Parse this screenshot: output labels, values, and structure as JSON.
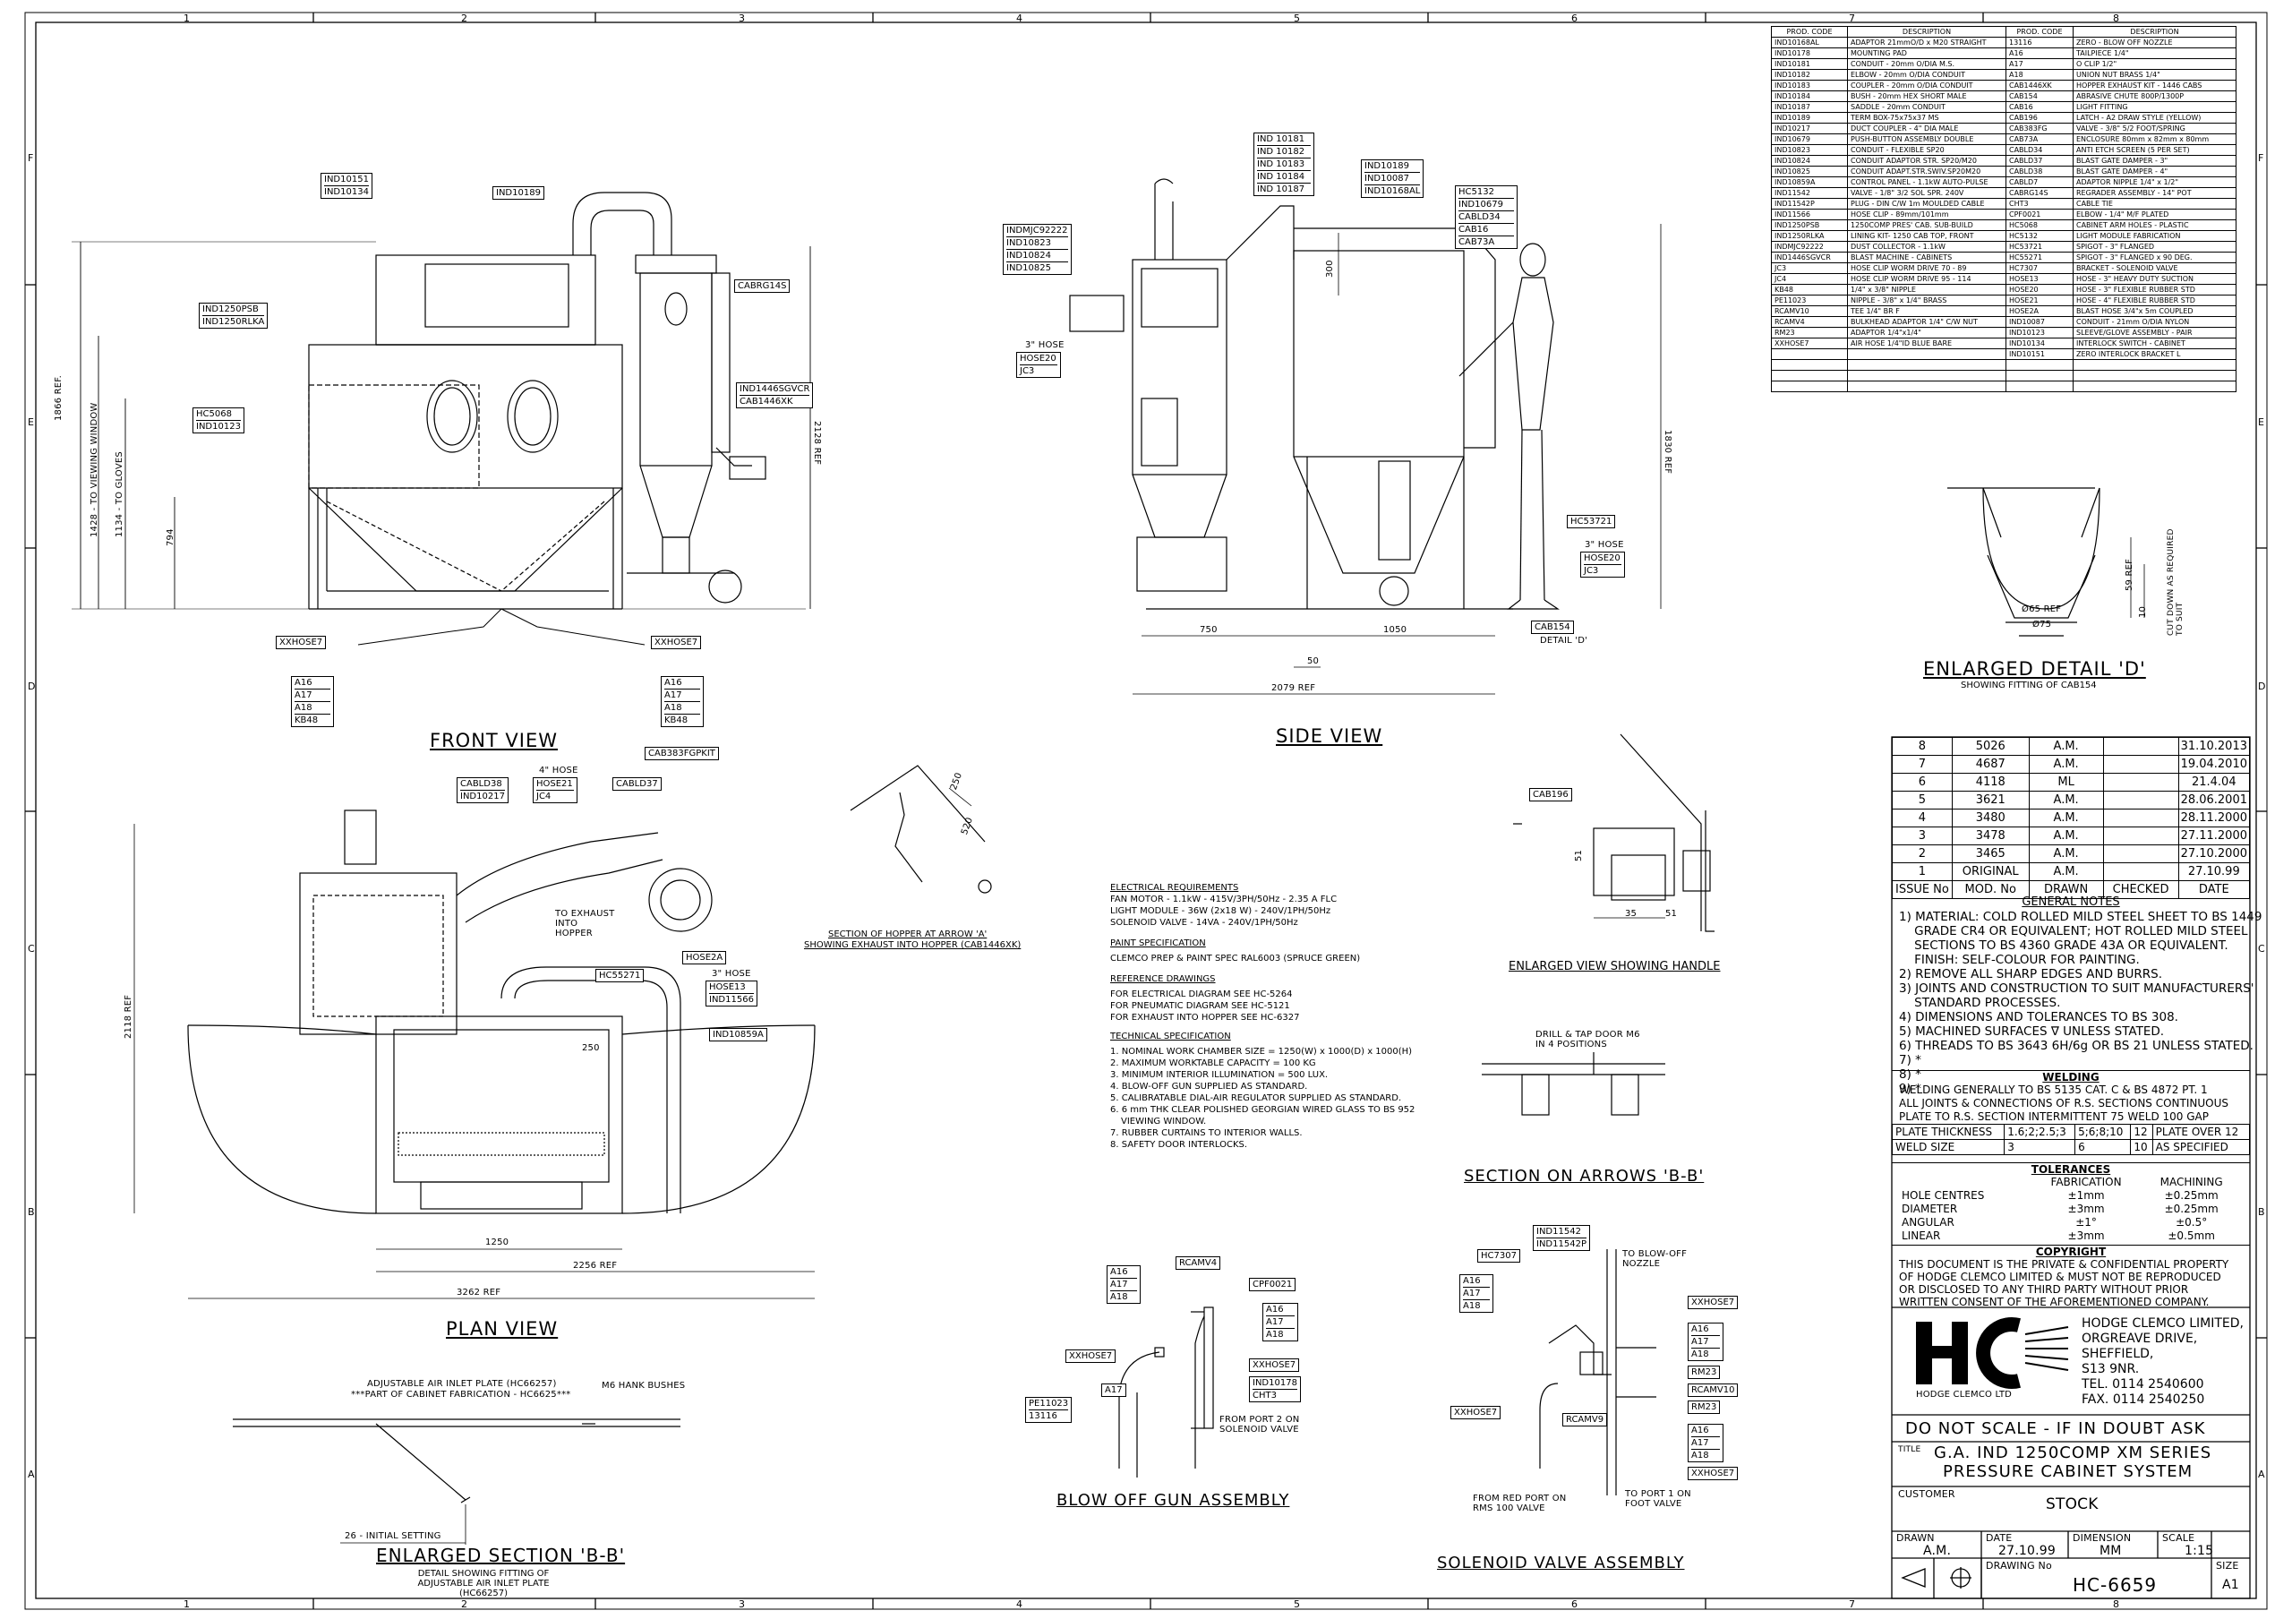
{
  "grid": {
    "columns": [
      "1",
      "2",
      "3",
      "4",
      "5",
      "6",
      "7",
      "8"
    ],
    "rows": [
      "F",
      "E",
      "D",
      "C",
      "B",
      "A"
    ]
  },
  "bom": {
    "headers": [
      "PROD. CODE",
      "DESCRIPTION",
      "PROD. CODE",
      "DESCRIPTION"
    ],
    "rows": [
      [
        "IND10168AL",
        "ADAPTOR 21mmO/D x M20 STRAIGHT",
        "13116",
        "ZERO - BLOW OFF NOZZLE"
      ],
      [
        "IND10178",
        "MOUNTING PAD",
        "A16",
        "TAILPIECE 1/4\""
      ],
      [
        "IND10181",
        "CONDUIT - 20mm O/DIA M.S.",
        "A17",
        "O CLIP 1/2\""
      ],
      [
        "IND10182",
        "ELBOW - 20mm O/DIA CONDUIT",
        "A18",
        "UNION NUT BRASS 1/4\""
      ],
      [
        "IND10183",
        "COUPLER - 20mm O/DIA CONDUIT",
        "CAB1446XK",
        "HOPPER EXHAUST KIT - 1446 CABS"
      ],
      [
        "IND10184",
        "BUSH - 20mm HEX SHORT MALE",
        "CAB154",
        "ABRASIVE CHUTE 800P/1300P"
      ],
      [
        "IND10187",
        "SADDLE - 20mm CONDUIT",
        "CAB16",
        "LIGHT FITTING"
      ],
      [
        "IND10189",
        "TERM BOX-75x75x37 MS",
        "CAB196",
        "LATCH - A2 DRAW STYLE (YELLOW)"
      ],
      [
        "IND10217",
        "DUCT COUPLER - 4\" DIA MALE",
        "CAB383FG",
        "VALVE - 3/8\" 5/2 FOOT/SPRING"
      ],
      [
        "IND10679",
        "PUSH-BUTTON ASSEMBLY DOUBLE",
        "CAB73A",
        "ENCLOSURE 80mm x 82mm x 80mm"
      ],
      [
        "IND10823",
        "CONDUIT - FLEXIBLE SP20",
        "CABLD34",
        "ANTI ETCH SCREEN (5 PER SET)"
      ],
      [
        "IND10824",
        "CONDUIT ADAPTOR STR. SP20/M20",
        "CABLD37",
        "BLAST GATE DAMPER - 3\""
      ],
      [
        "IND10825",
        "CONDUIT ADAPT.STR.SWIV.SP20M20",
        "CABLD38",
        "BLAST GATE DAMPER - 4\""
      ],
      [
        "IND10859A",
        "CONTROL PANEL - 1.1kW AUTO-PULSE",
        "CABLD7",
        "ADAPTOR NIPPLE 1/4\" x 1/2\""
      ],
      [
        "IND11542",
        "VALVE - 1/8\" 3/2 SOL SPR. 240V",
        "CABRG14S",
        "REGRADER ASSEMBLY - 14\" POT"
      ],
      [
        "IND11542P",
        "PLUG - DIN C/W 1m MOULDED CABLE",
        "CHT3",
        "CABLE TIE"
      ],
      [
        "IND11566",
        "HOSE CLIP - 89mm/101mm",
        "CPF0021",
        "ELBOW - 1/4\" M/F PLATED"
      ],
      [
        "IND1250PSB",
        "1250COMP PRES' CAB. SUB-BUILD",
        "HC5068",
        "CABINET ARM HOLES - PLASTIC"
      ],
      [
        "IND1250RLKA",
        "LINING KIT- 1250 CAB TOP, FRONT",
        "HC5132",
        "LIGHT MODULE FABRICATION"
      ],
      [
        "INDMJC92222",
        "DUST COLLECTOR - 1.1kW",
        "HC53721",
        "SPIGOT - 3\" FLANGED"
      ],
      [
        "IND1446SGVCR",
        "BLAST MACHINE - CABINETS",
        "HC55271",
        "SPIGOT - 3\" FLANGED x 90 DEG."
      ],
      [
        "JC3",
        "HOSE CLIP WORM DRIVE 70 - 89",
        "HC7307",
        "BRACKET - SOLENOID VALVE"
      ],
      [
        "JC4",
        "HOSE CLIP WORM DRIVE 95 - 114",
        "HOSE13",
        "HOSE - 3\" HEAVY DUTY SUCTION"
      ],
      [
        "KB48",
        "1/4\" x 3/8\" NIPPLE",
        "HOSE20",
        "HOSE - 3\" FLEXIBLE RUBBER STD"
      ],
      [
        "PE11023",
        "NIPPLE - 3/8\" x 1/4\" BRASS",
        "HOSE21",
        "HOSE - 4\" FLEXIBLE RUBBER STD"
      ],
      [
        "RCAMV10",
        "TEE 1/4\" BR F",
        "HOSE2A",
        "BLAST HOSE 3/4\"x 5m COUPLED"
      ],
      [
        "RCAMV4",
        "BULKHEAD ADAPTOR 1/4\" C/W NUT",
        "IND10087",
        "CONDUIT - 21mm O/DIA NYLON"
      ],
      [
        "RM23",
        "ADAPTOR 1/4\"x1/4\"",
        "IND10123",
        "SLEEVE/GLOVE ASSEMBLY - PAIR"
      ],
      [
        "XXHOSE7",
        "AIR HOSE 1/4\"ID BLUE BARE",
        "IND10134",
        "INTERLOCK SWITCH - CABINET"
      ],
      [
        "",
        "",
        "IND10151",
        "ZERO INTERLOCK BRACKET L"
      ],
      [
        "",
        "",
        "",
        ""
      ],
      [
        "",
        "",
        "",
        ""
      ],
      [
        "",
        "",
        "",
        ""
      ]
    ]
  },
  "views": {
    "front": {
      "title": "FRONT VIEW",
      "labels": {
        "ind10151": [
          "IND10151",
          "IND10134"
        ],
        "ind10189": [
          "IND10189"
        ],
        "ind1250": [
          "IND1250PSB",
          "IND1250RLKA"
        ],
        "hc5068": [
          "HC5068",
          "IND10123"
        ],
        "cabrg14s": [
          "CABRG14S"
        ],
        "ind1446": [
          "IND1446SGVCR",
          "CAB1446XK"
        ],
        "xx_left": [
          "XXHOSE7"
        ],
        "xx_right": [
          "XXHOSE7"
        ],
        "a_left": [
          "A16",
          "A17",
          "A18",
          "KB48"
        ],
        "a_right": [
          "A16",
          "A17",
          "A18",
          "KB48"
        ],
        "cab383": [
          "CAB383FGPKIT"
        ]
      },
      "dims": [
        "1866 REF.",
        "1428 - TO VIEWING WINDOW",
        "1134 - TO GLOVES",
        "794",
        "2128 REF"
      ]
    },
    "side": {
      "title": "SIDE VIEW",
      "labels": {
        "ind10181": [
          "IND 10181",
          "IND 10182",
          "IND 10183",
          "IND 10184",
          "IND 10187"
        ],
        "ind10189": [
          "IND10189",
          "IND10087",
          "IND10168AL"
        ],
        "hc5132": [
          "HC5132",
          "IND10679",
          "CABLD34",
          "CAB16",
          "CAB73A"
        ],
        "indmjc": [
          "INDMJC92222",
          "IND10823",
          "IND10824",
          "IND10825"
        ],
        "hose3": [
          "HOSE20",
          "JC3"
        ],
        "hose3_caption": "3\" HOSE",
        "hc53721": [
          "HC53721"
        ],
        "hose3b": [
          "HOSE20",
          "JC3"
        ],
        "hose3b_caption": "3\" HOSE",
        "cab154": [
          "CAB154"
        ],
        "detail_d": "DETAIL 'D'"
      },
      "dims": [
        "300",
        "750",
        "1050",
        "50",
        "2079 REF",
        "1830 REF"
      ]
    },
    "detail_d": {
      "title": "ENLARGED DETAIL 'D'",
      "subtitle": "SHOWING FITTING OF CAB154",
      "dims": [
        "59 REF",
        "10",
        "Ø65 REF",
        "Ø75"
      ],
      "note": "CUT DOWN AS REQUIRED TO SUIT"
    },
    "plan": {
      "title": "PLAN VIEW",
      "labels": {
        "cabld38": [
          "CABLD38",
          "IND10217"
        ],
        "hose4": [
          "HOSE21",
          "JC4"
        ],
        "hose4_caption": "4\" HOSE",
        "cabld37": [
          "CABLD37"
        ],
        "exhaust": "TO EXHAUST INTO HOPPER",
        "hose2a": [
          "HOSE2A"
        ],
        "hc55271": [
          "HC55271"
        ],
        "hose13": [
          "HOSE13",
          "IND11566"
        ],
        "hose13_caption": "3\" HOSE",
        "ind10859a": [
          "IND10859A"
        ]
      },
      "dims": [
        "2118 REF",
        "250",
        "1250",
        "2256 REF",
        "3262 REF"
      ]
    },
    "hopper": {
      "title": "SECTION OF HOPPER AT ARROW 'A'",
      "subtitle": "SHOWING EXHAUST INTO HOPPER (CAB1446XK)",
      "dims": [
        "250",
        "520"
      ]
    },
    "handle": {
      "title": "ENLARGED VIEW SHOWING HANDLE",
      "labels": [
        "CAB196"
      ],
      "dims": [
        "51",
        "35",
        "51"
      ]
    },
    "section_bb": {
      "title": "SECTION ON ARROWS 'B-B'",
      "note": "DRILL & TAP DOOR M6 IN 4 POSITIONS"
    },
    "enlarged_bb": {
      "title": "ENLARGED SECTION 'B-B'",
      "subtitle": "DETAIL SHOWING FITTING OF ADJUSTABLE AIR INLET PLATE (HC66257)",
      "note1": "ADJUSTABLE AIR INLET PLATE (HC66257)",
      "note2": "***PART OF CABINET FABRICATION - HC6625***",
      "note3": "M6 HANK BUSHES",
      "note4": "26 - INITIAL SETTING"
    },
    "blowoff": {
      "title": "BLOW OFF GUN ASSEMBLY",
      "labels": {
        "a": [
          "A16",
          "A17",
          "A18"
        ],
        "rcamv4": [
          "RCAMV4"
        ],
        "cpf": [
          "CPF0021"
        ],
        "a2": [
          "A16",
          "A17",
          "A18"
        ],
        "xx1": [
          "XXHOSE7"
        ],
        "xx2": [
          "XXHOSE7"
        ],
        "ind10178": [
          "IND10178",
          "CHT3"
        ],
        "a17": [
          "A17"
        ],
        "pe": [
          "PE11023",
          "13116"
        ]
      },
      "note": "FROM PORT 2 ON SOLENOID VALVE"
    },
    "solenoid": {
      "title": "SOLENOID VALVE ASSEMBLY",
      "labels": {
        "ind11542": [
          "IND11542",
          "IND11542P"
        ],
        "hc7307": [
          "HC7307"
        ],
        "a": [
          "A16",
          "A17",
          "A18"
        ],
        "xx1": [
          "XXHOSE7"
        ],
        "a2": [
          "A16",
          "A17",
          "A18"
        ],
        "rm23": [
          "RM23"
        ],
        "rcamv10": [
          "RCAMV10"
        ],
        "rm23b": [
          "RM23"
        ],
        "xx_left": [
          "XXHOSE7"
        ],
        "rcamv9": [
          "RCAMV9"
        ],
        "a3": [
          "A16",
          "A17",
          "A18"
        ],
        "xx2": [
          "XXHOSE7"
        ]
      },
      "notes": [
        "TO BLOW-OFF NOZZLE",
        "FROM RED PORT ON RMS 100 VALVE",
        "TO PORT 1 ON FOOT VALVE"
      ]
    }
  },
  "spec": {
    "electrical_title": "ELECTRICAL REQUIREMENTS",
    "electrical": [
      "FAN MOTOR - 1.1kW - 415V/3PH/50Hz - 2.35 A FLC",
      "LIGHT MODULE - 36W (2x18 W) - 240V/1PH/50Hz",
      "SOLENOID VALVE - 14VA - 240V/1PH/50Hz"
    ],
    "paint_title": "PAINT SPECIFICATION",
    "paint": [
      "CLEMCO PREP & PAINT SPEC RAL6003 (SPRUCE GREEN)"
    ],
    "ref_title": "REFERENCE DRAWINGS",
    "ref": [
      "FOR ELECTRICAL DIAGRAM SEE HC-5264",
      "FOR PNEUMATIC DIAGRAM SEE HC-5121",
      "FOR EXHAUST INTO HOPPER SEE HC-6327"
    ],
    "tech_title": "TECHNICAL SPECIFICATION",
    "tech": [
      "1. NOMINAL WORK CHAMBER SIZE = 1250(W) x 1000(D) x 1000(H)",
      "2. MAXIMUM WORKTABLE CAPACITY = 100 KG",
      "3. MINIMUM INTERIOR ILLUMINATION = 500 LUX.",
      "4. BLOW-OFF GUN SUPPLIED AS STANDARD.",
      "5. CALIBRATABLE DIAL-AIR REGULATOR SUPPLIED AS STANDARD.",
      "6. 6 mm THK CLEAR POLISHED GEORGIAN WIRED GLASS TO BS 952",
      "    VIEWING WINDOW.",
      "7. RUBBER CURTAINS TO INTERIOR WALLS.",
      "8. SAFETY DOOR INTERLOCKS."
    ]
  },
  "revisions": {
    "rows": [
      [
        "8",
        "5026",
        "A.M.",
        "",
        "31.10.2013"
      ],
      [
        "7",
        "4687",
        "A.M.",
        "",
        "19.04.2010"
      ],
      [
        "6",
        "4118",
        "ML",
        "",
        "21.4.04"
      ],
      [
        "5",
        "3621",
        "A.M.",
        "",
        "28.06.2001"
      ],
      [
        "4",
        "3480",
        "A.M.",
        "",
        "28.11.2000"
      ],
      [
        "3",
        "3478",
        "A.M.",
        "",
        "27.11.2000"
      ],
      [
        "2",
        "3465",
        "A.M.",
        "",
        "27.10.2000"
      ],
      [
        "1",
        "ORIGINAL",
        "A.M.",
        "",
        "27.10.99"
      ]
    ],
    "headers": [
      "ISSUE No",
      "MOD. No",
      "DRAWN",
      "CHECKED",
      "DATE"
    ]
  },
  "general_notes": {
    "title": "GENERAL NOTES",
    "lines": [
      "1) MATERIAL: COLD ROLLED MILD STEEL SHEET TO BS 1449",
      "    GRADE CR4 OR EQUIVALENT; HOT ROLLED MILD STEEL",
      "    SECTIONS TO BS 4360 GRADE 43A OR EQUIVALENT.",
      "    FINISH: SELF-COLOUR FOR PAINTING.",
      "2) REMOVE ALL SHARP EDGES AND BURRS.",
      "3) JOINTS AND CONSTRUCTION TO SUIT MANUFACTURERS'",
      "    STANDARD PROCESSES.",
      "4) DIMENSIONS AND TOLERANCES TO BS 308.",
      "5) MACHINED SURFACES ∇ UNLESS STATED.",
      "6) THREADS TO BS 3643 6H/6g OR BS 21 UNLESS STATED.",
      "7) *",
      "8) *",
      "9) *"
    ]
  },
  "welding": {
    "title": "WELDING",
    "lines": [
      "WELDING GENERALLY TO BS 5135 CAT. C & BS 4872 PT. 1",
      "ALL JOINTS & CONNECTIONS OF R.S. SECTIONS CONTINUOUS",
      "PLATE TO R.S. SECTION INTERMITTENT 75 WELD 100 GAP"
    ],
    "table": [
      [
        "PLATE THICKNESS",
        "1.6;2;2.5;3",
        "5;6;8;10",
        "12",
        "PLATE OVER 12"
      ],
      [
        "WELD SIZE",
        "3",
        "6",
        "10",
        "AS SPECIFIED"
      ]
    ]
  },
  "tolerances": {
    "title": "TOLERANCES",
    "headers": [
      "",
      "FABRICATION",
      "MACHINING"
    ],
    "rows": [
      [
        "HOLE CENTRES",
        "±1mm",
        "±0.25mm"
      ],
      [
        "DIAMETER",
        "±3mm",
        "±0.25mm"
      ],
      [
        "ANGULAR",
        "±1°",
        "±0.5°"
      ],
      [
        "LINEAR",
        "±3mm",
        "±0.5mm"
      ]
    ]
  },
  "copyright": {
    "title": "COPYRIGHT",
    "lines": [
      "THIS DOCUMENT IS THE PRIVATE & CONFIDENTIAL PROPERTY",
      "OF HODGE CLEMCO LIMITED & MUST NOT BE REPRODUCED",
      "OR DISCLOSED TO ANY THIRD PARTY WITHOUT PRIOR",
      "WRITTEN CONSENT OF THE AFOREMENTIONED COMPANY."
    ]
  },
  "company": {
    "logo": "HC",
    "logo_caption": "HODGE CLEMCO LTD",
    "address": [
      "HODGE CLEMCO LIMITED,",
      "ORGREAVE DRIVE,",
      "SHEFFIELD,",
      "S13 9NR.",
      "TEL. 0114 2540600",
      "FAX. 0114 2540250"
    ]
  },
  "title_block": {
    "warning": "DO NOT SCALE - IF IN DOUBT ASK",
    "title_label": "TITLE",
    "title_lines": [
      "G.A. IND 1250COMP XM SERIES",
      "PRESSURE CABINET SYSTEM"
    ],
    "customer_label": "CUSTOMER",
    "customer": "STOCK",
    "drawn_label": "DRAWN",
    "drawn": "A.M.",
    "date_label": "DATE",
    "date": "27.10.99",
    "dimension_label": "DIMENSION",
    "dimension": "MM",
    "scale_label": "SCALE",
    "scale": "1:15",
    "drawing_no_label": "DRAWING No",
    "drawing_no": "HC-6659",
    "size_label": "SIZE",
    "size": "A1"
  }
}
